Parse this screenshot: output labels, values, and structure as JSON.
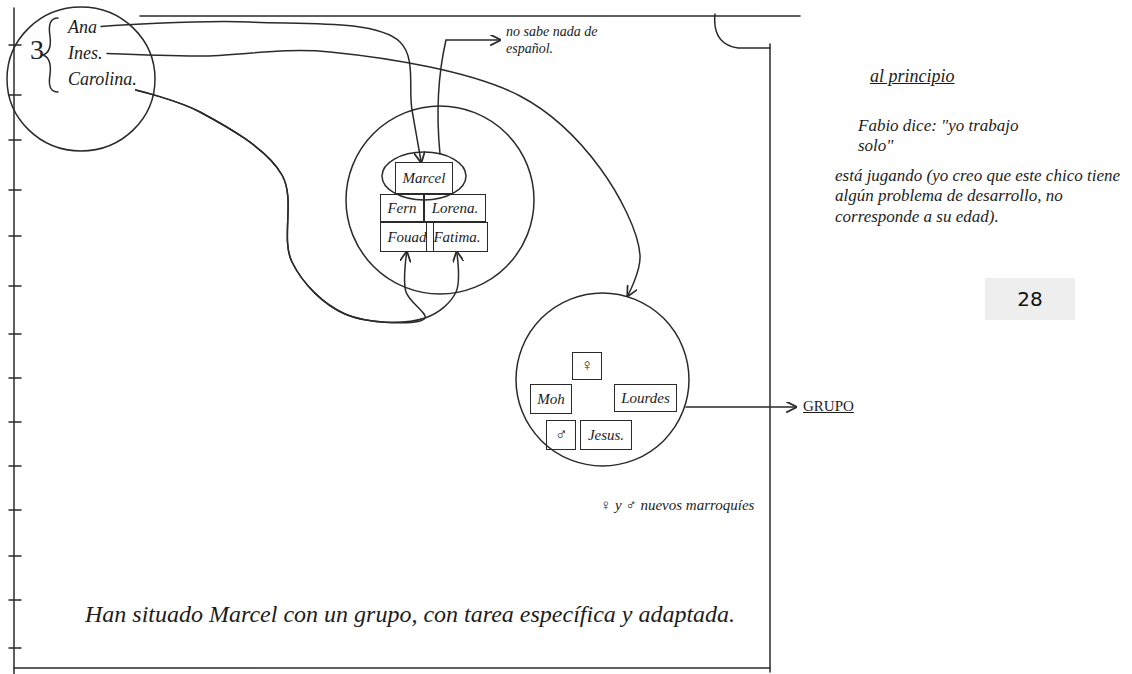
{
  "diagram": {
    "nodes": [
      {
        "text": [
          "3"
        ]
      },
      {
        "text": [
          "Ana"
        ],
        "in": 0
      },
      {
        "text": [
          "Ines."
        ],
        "in": 0
      },
      {
        "text": [
          "Carolina."
        ],
        "in": 0
      },
      {
        "text": []
      },
      {
        "text": [
          "Marcel"
        ],
        "in": 4
      },
      {
        "text": [
          "Fern"
        ],
        "in": 4
      },
      {
        "text": [
          "Lorena."
        ],
        "in": 4
      },
      {
        "text": [
          "Fouad"
        ],
        "in": 4
      },
      {
        "text": [
          "Fatima."
        ],
        "in": 4
      },
      {
        "text": []
      },
      {
        "text": [
          "♀"
        ],
        "in": 10
      },
      {
        "text": [
          "Moh"
        ],
        "in": 10
      },
      {
        "text": [
          "Lourdes"
        ],
        "in": 10
      },
      {
        "text": [
          "♂"
        ],
        "in": 10
      },
      {
        "text": [
          "Jesus."
        ],
        "in": 10
      }
    ],
    "edges": [
      {
        "from": 1,
        "to": 5,
        "arrow": "to"
      },
      {
        "from": 2,
        "to": 10,
        "arrow": "to"
      },
      {
        "from": 3,
        "to": 8,
        "arrow": "to"
      },
      {
        "from": 3,
        "to": 9,
        "arrow": "to"
      }
    ],
    "labels": [
      "no sabe nada de español.",
      "al principio",
      "Fabio dice: \"yo trabajo solo\"",
      "está jugando (yo creo que este chico tiene algún problema de desarrollo, no corresponde a su edad).",
      "GRUPO",
      "28",
      "♀ y ♂ nuevos marroquíes",
      "Han situado Marcel con un grupo, con tarea específica y adaptada."
    ]
  }
}
